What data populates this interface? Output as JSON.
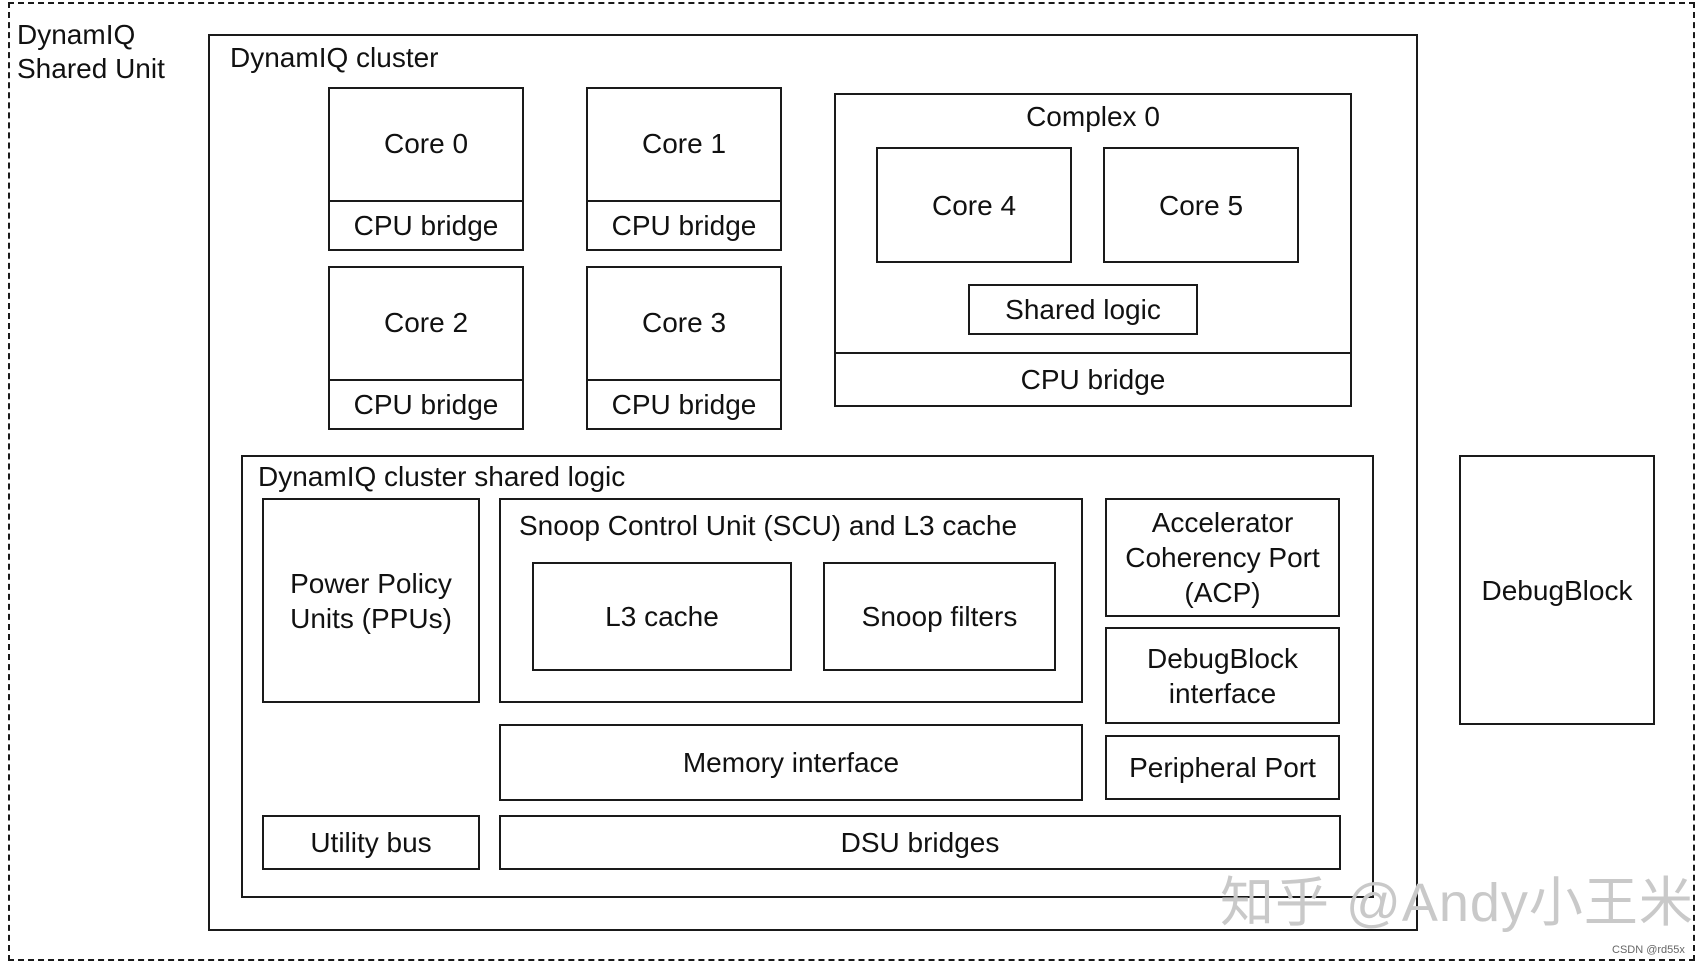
{
  "dsu": {
    "label": "DynamIQ\nShared Unit"
  },
  "cluster": {
    "label": "DynamIQ cluster"
  },
  "cores": [
    {
      "core": "Core 0",
      "bridge": "CPU bridge"
    },
    {
      "core": "Core 1",
      "bridge": "CPU bridge"
    },
    {
      "core": "Core 2",
      "bridge": "CPU bridge"
    },
    {
      "core": "Core 3",
      "bridge": "CPU bridge"
    }
  ],
  "complex": {
    "label": "Complex 0",
    "cores": [
      "Core 4",
      "Core 5"
    ],
    "shared_logic": "Shared logic",
    "bridge": "CPU bridge"
  },
  "shared_logic": {
    "label": "DynamIQ cluster shared logic",
    "ppu": "Power Policy Units (PPUs)",
    "scu": {
      "label": "Snoop Control Unit (SCU) and L3 cache",
      "l3": "L3 cache",
      "snoop": "Snoop filters"
    },
    "acp": "Accelerator Coherency Port (ACP)",
    "debug_if": "DebugBlock interface",
    "peripheral": "Peripheral Port",
    "memory": "Memory interface",
    "utility": "Utility bus",
    "dsu_bridges": "DSU bridges"
  },
  "debugblock": "DebugBlock",
  "watermark": "知乎 @Andy小王米",
  "credit": "CSDN @rd55x"
}
